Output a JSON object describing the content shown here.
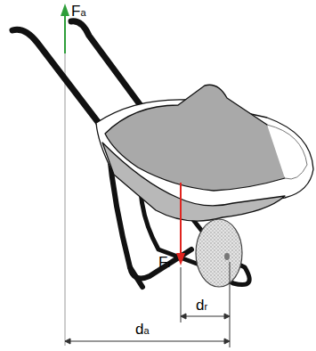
{
  "diagram": {
    "labels": [
      "Fa",
      "Fr",
      "dr",
      "da"
    ]
  }
}
